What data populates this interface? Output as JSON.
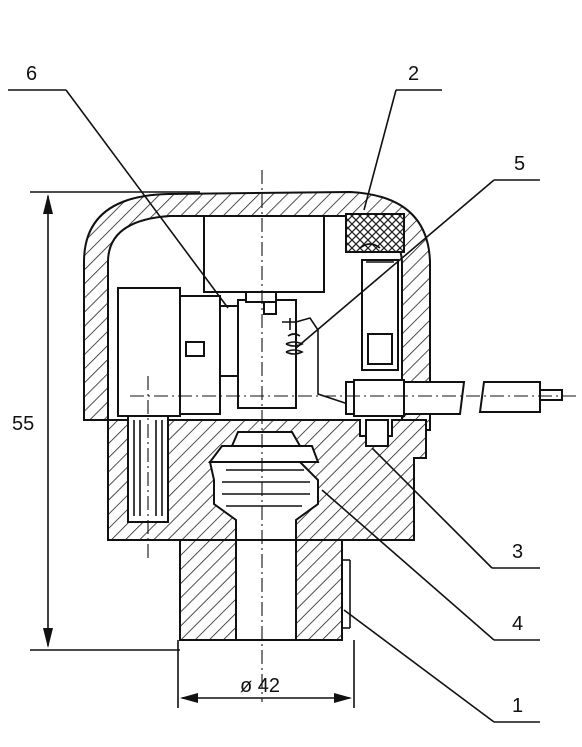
{
  "callouts": {
    "c1": "1",
    "c2": "2",
    "c3": "3",
    "c4": "4",
    "c5": "5",
    "c6": "6"
  },
  "dimensions": {
    "height": "55",
    "diameter": "ø 42"
  }
}
